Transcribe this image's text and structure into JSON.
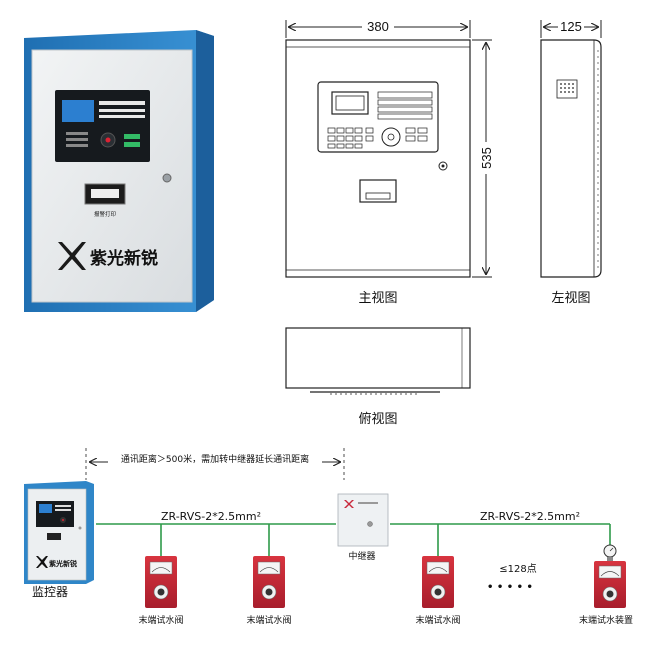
{
  "product_photo": {
    "brand_text": "紫光新锐",
    "window_label": "报警打印"
  },
  "front_view": {
    "width_dim": "380",
    "height_dim": "535",
    "caption": "主视图"
  },
  "left_view": {
    "width_dim": "125",
    "caption": "左视图"
  },
  "top_view": {
    "caption": "俯视图"
  },
  "topology": {
    "distance_note": "通讯距离＞500米，需加转中继器延长通讯距离",
    "monitor_label": "监控器",
    "cable_left": "ZR-RVS-2*2.5mm²",
    "cable_right": "ZR-RVS-2*2.5mm²",
    "repeater_label": "中继器",
    "valve_label_1": "末端试水阀",
    "valve_label_2": "末端试水阀",
    "valve_label_3": "末端试水阀",
    "device_label": "末端试水装置",
    "points_note": "≤128点",
    "ellipsis": "• • • • •"
  },
  "colors": {
    "cabinet_blue": "#2f86c8",
    "panel_gray": "#e9ecee",
    "cable_green": "#2e9a4a",
    "valve_red": "#c8273a",
    "line": "#222222"
  }
}
